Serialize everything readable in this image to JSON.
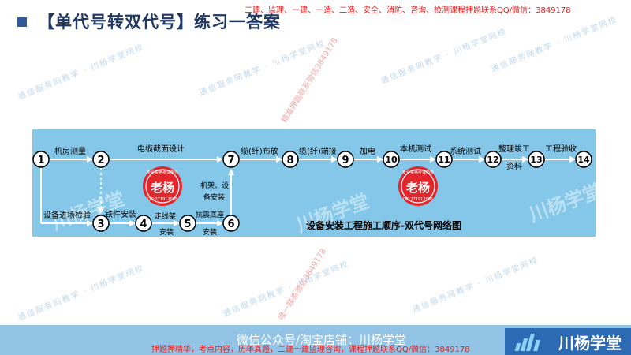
{
  "header": {
    "title": "【单代号转双代号】练习一答案",
    "ad_top": "二建、监理、一建、一造、二造、安全、消防、咨询、检测课程押题联系QQ/微信：3849178"
  },
  "diagram": {
    "caption": "设备安装工程施工顺序-双代号网络图",
    "nodes": [
      {
        "id": "n1",
        "label": "1"
      },
      {
        "id": "n2",
        "label": "2"
      },
      {
        "id": "n3",
        "label": "3"
      },
      {
        "id": "n4",
        "label": "4"
      },
      {
        "id": "n5",
        "label": "5"
      },
      {
        "id": "n6",
        "label": "6"
      },
      {
        "id": "n7",
        "label": "7"
      },
      {
        "id": "n8",
        "label": "8"
      },
      {
        "id": "n9",
        "label": "9"
      },
      {
        "id": "n10",
        "label": "10"
      },
      {
        "id": "n11",
        "label": "11"
      },
      {
        "id": "n12",
        "label": "12"
      },
      {
        "id": "n13",
        "label": "13"
      },
      {
        "id": "n14",
        "label": "14"
      }
    ],
    "activities": {
      "a12": "机房测量",
      "a27": "电缆截面设计",
      "a13": "设备进场检验",
      "a34": "铁件安装",
      "a45_1": "走线架",
      "a45_2": "安装",
      "a56_1": "抗震底座",
      "a56_2": "安装",
      "a67_1": "机架、设",
      "a67_2": "备安装",
      "a78": "缆(纤)布放",
      "a89": "缆(纤)端接",
      "a910": "加电",
      "a1011": "本机测试",
      "a1112": "系统测试",
      "a1213_1": "整理竣工",
      "a1213_2": "资料",
      "a1314": "工程验收"
    }
  },
  "stamps": [
    {
      "top": "专业资格考试指导",
      "center": "老杨",
      "bottom": "QQ:271912095"
    },
    {
      "top": "专业资格考试指导",
      "center": "老杨",
      "bottom": "QQ:271912095"
    }
  ],
  "watermarks": {
    "faint": "通信服务网教学 · 川杨学堂网校",
    "red_1": "精准押题联系微信3849178",
    "red_2": "唯一联系微信3849178",
    "big": "川杨学堂"
  },
  "footer": {
    "text": "微信公众号/淘宝店铺：川杨学堂",
    "ad": "押题押精华，考点内容，历年真题，二建一建监理咨询，课程押题联系QQ/微信：3849178",
    "brand": "川杨学堂"
  },
  "colors": {
    "panel": "#84c7e8",
    "title": "#1f3864",
    "stamp": "#e3262b",
    "footer": "#93c4e6",
    "brand": "#2d6ab4"
  }
}
